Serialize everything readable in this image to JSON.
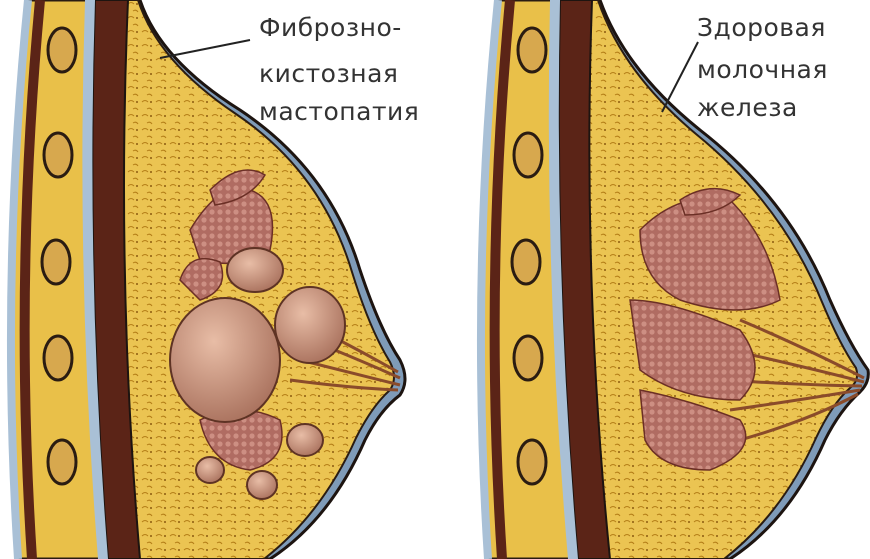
{
  "labels": {
    "left": [
      "Фиброзно-",
      "кистозная",
      "мастопатия"
    ],
    "right": [
      "Здоровая",
      "молочная",
      "железа"
    ]
  },
  "colors": {
    "fat": "#e9c049",
    "fat_dark": "#c98d1f",
    "outline": "#2a1c12",
    "muscle": "#5b2417",
    "rib": "#d7a84e",
    "cyst": "#c99079",
    "lobule": "#b0685f",
    "skin_blue": "#a9c0d6"
  }
}
